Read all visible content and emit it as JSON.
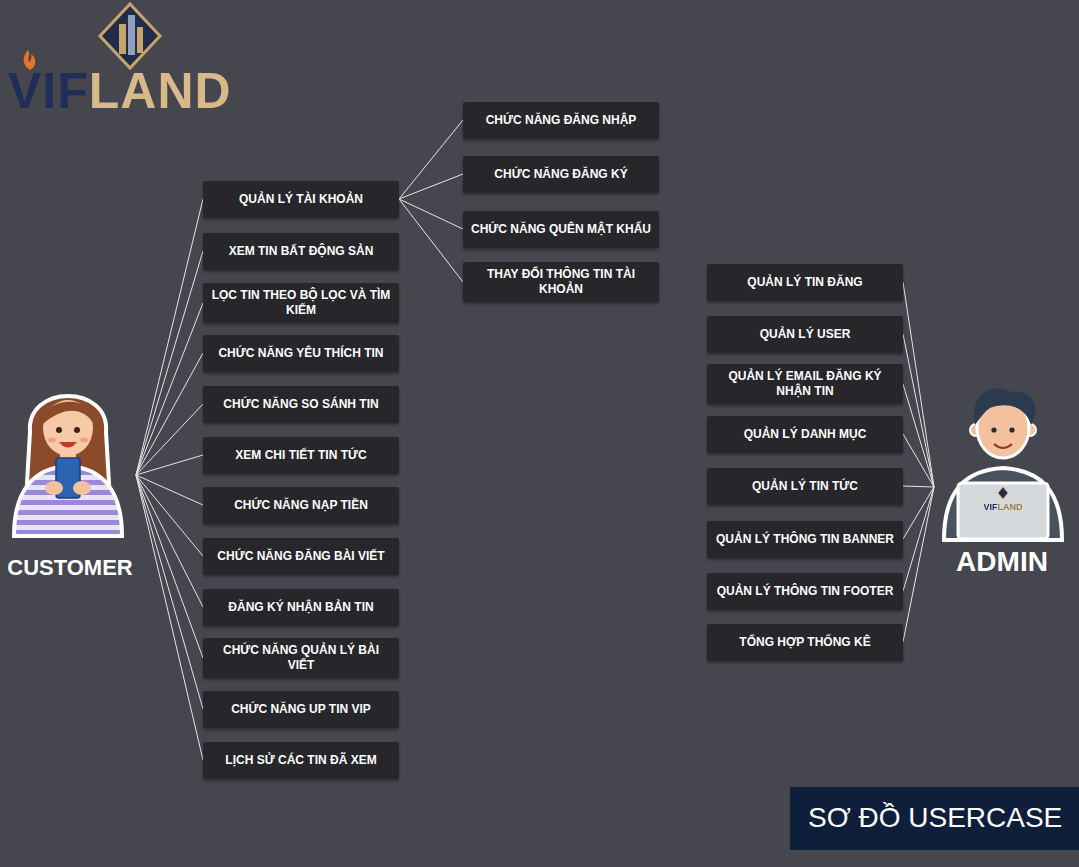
{
  "diagram": {
    "caption": "SƠ ĐỒ USERCASE",
    "nodes": [
      {
        "text": [
          "QUẢN LÝ TÀI KHOẢN"
        ]
      },
      {
        "text": [
          "XEM TIN BẤT ĐỘNG SẢN"
        ]
      },
      {
        "text": [
          "LỌC TIN THEO BỘ LỌC VÀ TÌM KIẾM"
        ]
      },
      {
        "text": [
          "CHỨC NĂNG YÊU THÍCH TIN"
        ]
      },
      {
        "text": [
          "CHỨC NĂNG SO SÁNH TIN"
        ]
      },
      {
        "text": [
          "XEM CHI TIẾT TIN TỨC"
        ]
      },
      {
        "text": [
          "CHỨC NĂNG NẠP TIỀN"
        ]
      },
      {
        "text": [
          "CHỨC NĂNG ĐĂNG BÀI VIẾT"
        ]
      },
      {
        "text": [
          "ĐĂNG KÝ NHẬN BẢN TIN"
        ]
      },
      {
        "text": [
          "CHỨC NĂNG QUẢN LÝ BÀI VIẾT"
        ]
      },
      {
        "text": [
          "CHỨC NĂNG UP TIN VIP"
        ]
      },
      {
        "text": [
          "LỊCH SỬ CÁC TIN ĐÃ XEM"
        ]
      },
      {
        "text": [
          "CHỨC NĂNG ĐĂNG NHẬP"
        ]
      },
      {
        "text": [
          "CHỨC NĂNG ĐĂNG KÝ"
        ]
      },
      {
        "text": [
          "CHỨC NĂNG QUÊN MẬT KHẨU"
        ]
      },
      {
        "text": [
          "THAY ĐỔI THÔNG TIN TÀI KHOẢN"
        ]
      },
      {
        "text": [
          "QUẢN LÝ TIN ĐĂNG"
        ]
      },
      {
        "text": [
          "QUẢN LÝ USER"
        ]
      },
      {
        "text": [
          "QUẢN LÝ EMAIL ĐĂNG KÝ NHẬN TIN"
        ]
      },
      {
        "text": [
          "QUẢN LÝ DANH MỤC"
        ]
      },
      {
        "text": [
          "QUẢN LÝ TIN TỨC"
        ]
      },
      {
        "text": [
          "QUẢN LÝ THÔNG TIN BANNER"
        ]
      },
      {
        "text": [
          "QUẢN LÝ THÔNG TIN FOOTER"
        ]
      },
      {
        "text": [
          "TỔNG HỢP THỐNG KÊ"
        ]
      },
      {
        "text": [
          "CUSTOMER"
        ]
      },
      {
        "text": [
          "ADMIN"
        ]
      }
    ],
    "edges": [
      {
        "from": 24,
        "to": 0,
        "arrow": "none"
      },
      {
        "from": 24,
        "to": 1,
        "arrow": "none"
      },
      {
        "from": 24,
        "to": 2,
        "arrow": "none"
      },
      {
        "from": 24,
        "to": 3,
        "arrow": "none"
      },
      {
        "from": 24,
        "to": 4,
        "arrow": "none"
      },
      {
        "from": 24,
        "to": 5,
        "arrow": "none"
      },
      {
        "from": 24,
        "to": 6,
        "arrow": "none"
      },
      {
        "from": 24,
        "to": 7,
        "arrow": "none"
      },
      {
        "from": 24,
        "to": 8,
        "arrow": "none"
      },
      {
        "from": 24,
        "to": 9,
        "arrow": "none"
      },
      {
        "from": 24,
        "to": 10,
        "arrow": "none"
      },
      {
        "from": 24,
        "to": 11,
        "arrow": "none"
      },
      {
        "from": 0,
        "to": 12,
        "arrow": "none"
      },
      {
        "from": 0,
        "to": 13,
        "arrow": "none"
      },
      {
        "from": 0,
        "to": 14,
        "arrow": "none"
      },
      {
        "from": 0,
        "to": 15,
        "arrow": "none"
      },
      {
        "from": 25,
        "to": 16,
        "arrow": "none"
      },
      {
        "from": 25,
        "to": 17,
        "arrow": "none"
      },
      {
        "from": 25,
        "to": 18,
        "arrow": "none"
      },
      {
        "from": 25,
        "to": 19,
        "arrow": "none"
      },
      {
        "from": 25,
        "to": 20,
        "arrow": "none"
      },
      {
        "from": 25,
        "to": 21,
        "arrow": "none"
      },
      {
        "from": 25,
        "to": 22,
        "arrow": "none"
      },
      {
        "from": 25,
        "to": 23,
        "arrow": "none"
      }
    ],
    "labels": [
      "VIFLAND",
      "VIFLAND"
    ]
  }
}
